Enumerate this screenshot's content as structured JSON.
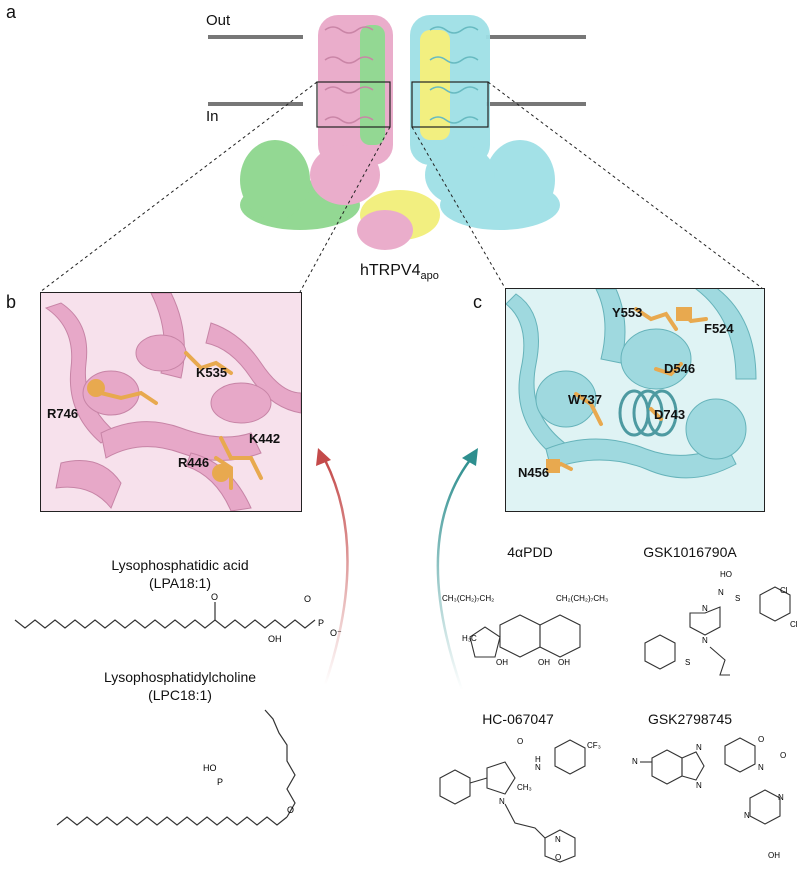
{
  "panels": {
    "a": "a",
    "b": "b",
    "c": "c"
  },
  "membrane": {
    "out": "Out",
    "in": "In"
  },
  "structure": {
    "name": "hTRPV4",
    "subscript": "apo"
  },
  "panel_b": {
    "residues": [
      "K535",
      "R746",
      "K442",
      "R446"
    ]
  },
  "panel_c": {
    "residues": [
      "Y553",
      "F524",
      "D546",
      "W737",
      "D743",
      "N456"
    ]
  },
  "lipids": {
    "lpa": {
      "name": "Lysophosphatidic acid",
      "short": "(LPA18:1)"
    },
    "lpc": {
      "name": "Lysophosphatidylcholine",
      "short": "(LPC18:1)"
    }
  },
  "compounds": {
    "c1": "4αPDD",
    "c2": "GSK1016790A",
    "c3": "HC-067047",
    "c4": "GSK2798745"
  },
  "colors": {
    "pink": "#e9a9c9",
    "cyan": "#9fe0e6",
    "green": "#8ed68e",
    "yellow": "#f2ef7a",
    "orange": "#e8a94f",
    "red_arrow": "#c44a4a",
    "teal_arrow": "#2e8f8f"
  }
}
